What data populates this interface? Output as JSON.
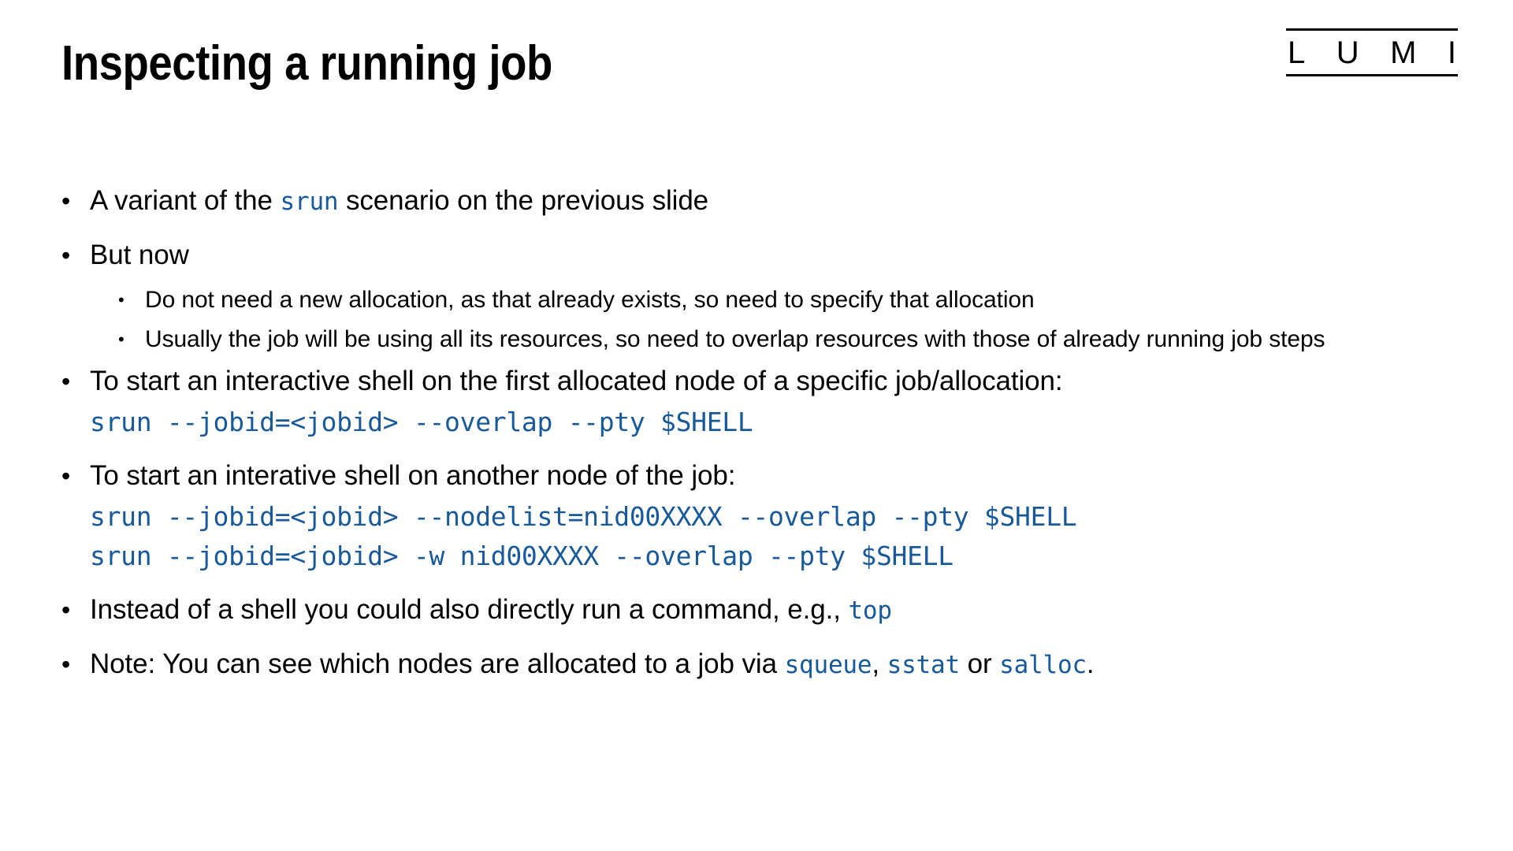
{
  "slide": {
    "title": "Inspecting a running job",
    "accent_color": "#17599b",
    "text_color": "#000000",
    "background_color": "#ffffff"
  },
  "logo": {
    "name": "LUMI",
    "letters": [
      "L",
      "U",
      "M",
      "I"
    ]
  },
  "bullets": {
    "b1": {
      "marker": "•",
      "pre": "A variant of the ",
      "code": "srun",
      "post": " scenario on the previous slide"
    },
    "b2": {
      "marker": "•",
      "text": "But now"
    },
    "sub1": {
      "marker": "•",
      "text": "Do not need a new allocation, as that already exists, so need to specify that allocation"
    },
    "sub2": {
      "marker": "•",
      "text": "Usually the job will be using all its resources, so need to overlap resources with those of already running job steps"
    },
    "b3": {
      "marker": "•",
      "text": "To start an interactive shell on the first allocated node of a specific job/allocation:",
      "code1": "srun --jobid=<jobid> --overlap --pty $SHELL"
    },
    "b4": {
      "marker": "•",
      "text": "To start an interative shell on another node of the job:",
      "code1": "srun --jobid=<jobid> --nodelist=nid00XXXX --overlap --pty $SHELL",
      "code2": "srun --jobid=<jobid> -w nid00XXXX --overlap --pty $SHELL"
    },
    "b5": {
      "marker": "•",
      "pre": "Instead of a shell you could also directly run a command, e.g., ",
      "code": "top",
      "post": ""
    },
    "b6": {
      "marker": "•",
      "pre": "Note: You can see which nodes are allocated to a job via ",
      "code1": "squeue",
      "mid1": ", ",
      "code2": "sstat",
      "mid2": " or ",
      "code3": "salloc",
      "post": "."
    }
  }
}
